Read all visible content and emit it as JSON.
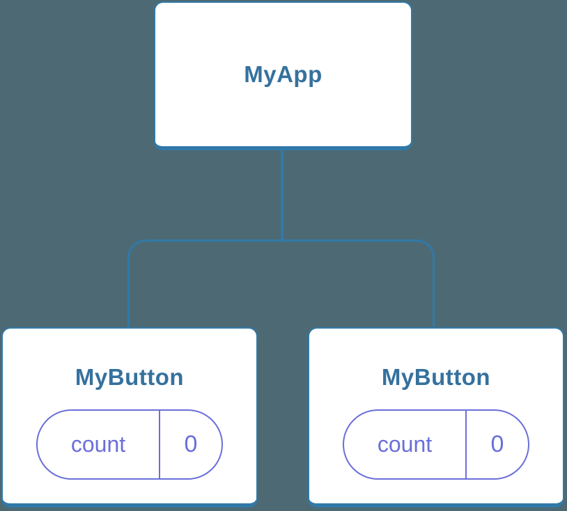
{
  "diagram": {
    "type": "component-tree",
    "root": {
      "label": "MyApp"
    },
    "children": [
      {
        "label": "MyButton",
        "state_key": "count",
        "state_value": "0"
      },
      {
        "label": "MyButton",
        "state_key": "count",
        "state_value": "0"
      }
    ]
  },
  "colors": {
    "background": "#4d6a74",
    "node_bg": "#ffffff",
    "stroke_blue": "#3179a8",
    "label_blue": "#35719e",
    "state_purple": "#6a6fd9"
  }
}
